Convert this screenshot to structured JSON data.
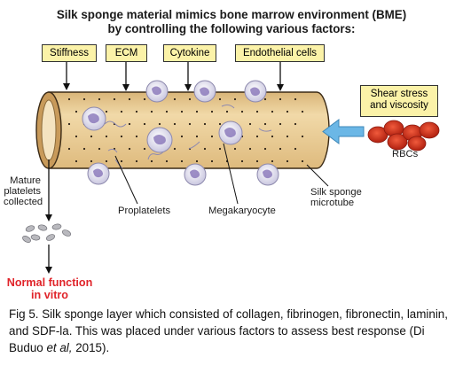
{
  "title": {
    "line1": "Silk sponge material mimics bone marrow environment (BME)",
    "line2": "by controlling the following various factors:"
  },
  "factors": [
    "Stiffness",
    "ECM",
    "Cytokine",
    "Endothelial cells"
  ],
  "shear_box": {
    "line1": "Shear stress",
    "line2": "and viscosity"
  },
  "labels": {
    "rbcs": "RBCs",
    "mature_platelets": [
      "Mature",
      "platelets",
      "collected"
    ],
    "proplatelets": "Proplatelets",
    "megakaryocyte": "Megakaryocyte",
    "silk_sponge": [
      "Silk sponge",
      "microtube"
    ]
  },
  "normal_function": [
    "Normal function",
    "in vitro"
  ],
  "caption": {
    "prefix": "Fig 5. Silk sponge layer which consisted of collagen, fibrinogen, fibronectin, laminin, and SDF-la. This was placed under various factors to assess best response (Di Buduo ",
    "italic": "et al,",
    "suffix": " 2015)."
  },
  "colors": {
    "tube_fill": "#e9cd96",
    "tube_edge": "#3a2a16",
    "box_fill": "#fbf2a8",
    "arrow_blue": "#6bb7e6",
    "rbc_red": "#d42a1e",
    "label_red": "#e0242a"
  }
}
